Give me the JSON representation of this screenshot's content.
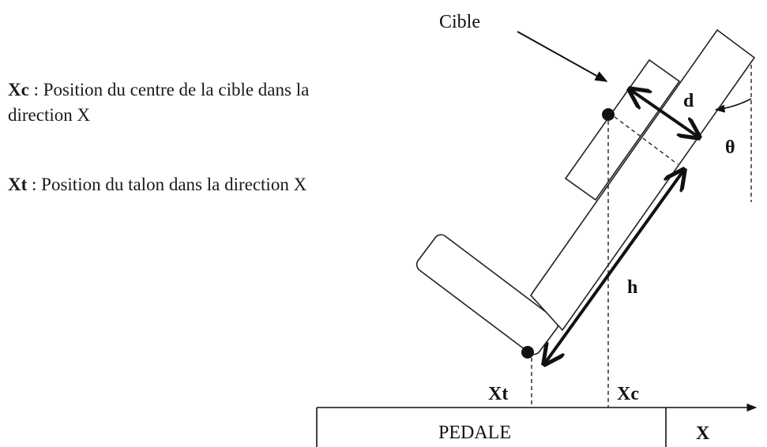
{
  "legend": {
    "xc_symbol": "Xc",
    "xc_text": " : Position du centre de la cible dans la direction X",
    "xt_symbol": "Xt",
    "xt_text": " : Position du talon dans la direction X"
  },
  "labels": {
    "cible": "Cible",
    "d": "d",
    "theta": "θ",
    "h": "h",
    "xt": "Xt",
    "xc": "Xc",
    "pedale": "PEDALE",
    "x": "X"
  }
}
